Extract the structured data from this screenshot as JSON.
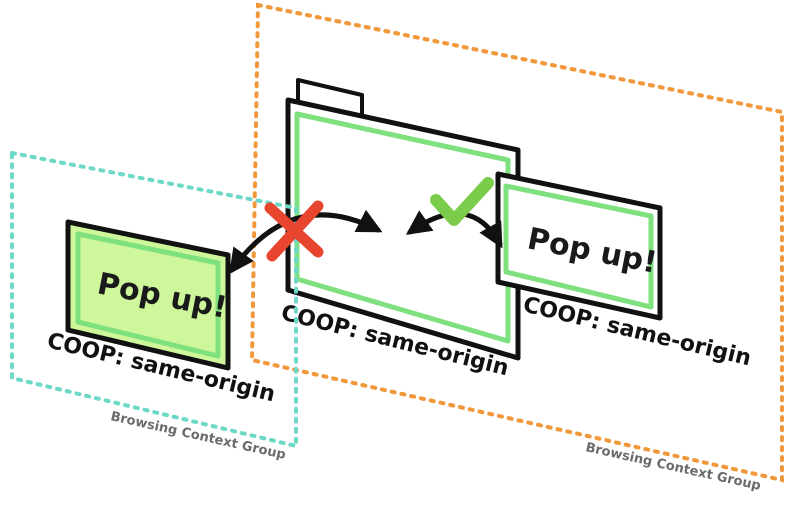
{
  "colors": {
    "orange_group_border": "#f0983a",
    "teal_group_border": "#6cd9c7",
    "window_green": "#7ee07e",
    "popup_fill": "#cdf79a",
    "cross_red": "#e8452f",
    "check_green": "#7ccc4c",
    "outline": "#111111"
  },
  "groups": {
    "left_label": "Browsing Context Group",
    "right_label": "Browsing Context Group"
  },
  "windows": {
    "left_popup": {
      "text": "Pop up!",
      "coop": "COOP:  same-origin",
      "state": "blocked"
    },
    "main": {
      "coop": "COOP:  same-origin"
    },
    "right_popup": {
      "text": "Pop up!",
      "coop": "COOP:  same-origin",
      "state": "allowed"
    }
  },
  "icons": {
    "blocked": "cross-icon",
    "allowed": "check-icon"
  }
}
